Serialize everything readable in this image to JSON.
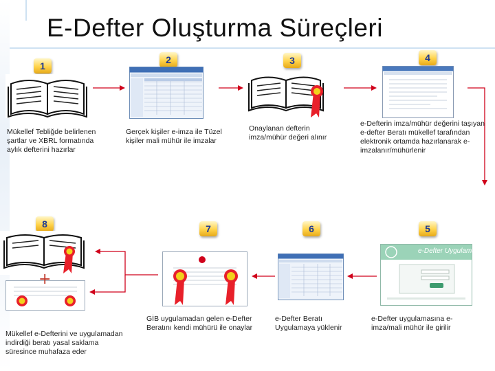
{
  "title": "E-Defter Oluşturma Süreçleri",
  "steps": [
    {
      "number": "1",
      "text": "Mükellef Tebliğde belirlenen şartlar ve XBRL formatında aylık defterini hazırlar"
    },
    {
      "number": "2",
      "text": "Gerçek kişiler e-imza ile Tüzel kişiler mali mühür ile imzalar"
    },
    {
      "number": "3",
      "text": "Onaylanan defterin imza/mühür değeri alınır"
    },
    {
      "number": "4",
      "text": "e-Defterin imza/mühür değerini taşıyan e-defter Beratı mükellef tarafından elektronik ortamda hazırlanarak e-imzalanır/mühürlenir"
    },
    {
      "number": "5",
      "text": "e-Defter uygulamasına e-imza/mali mühür ile girilir"
    },
    {
      "number": "6",
      "text": "e-Defter Beratı Uygulamaya yüklenir"
    },
    {
      "number": "7",
      "text": "GİB uygulamadan gelen e-Defter Beratını kendi mühürü ile onaylar"
    },
    {
      "number": "8",
      "text": "Mükellef e-Defterini ve uygulamadan indirdiği beratı yasal saklama süresince muhafaza eder"
    }
  ],
  "screen_banner": "e-Defter Uygulaması",
  "plus_sign": "+",
  "colors": {
    "badge": "#ffd34a",
    "badge_text": "#1f3a93",
    "arrow": "#d0021b",
    "seal": "#e8202a",
    "rosette": "#f2d21c"
  }
}
